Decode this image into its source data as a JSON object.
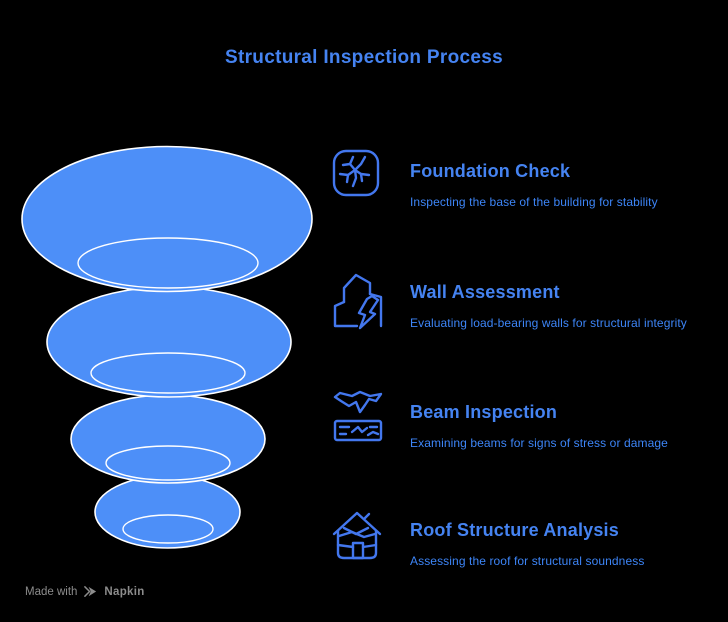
{
  "title": "Structural Inspection Process",
  "steps": [
    {
      "heading": "Foundation Check",
      "description": "Inspecting the base of the building for stability",
      "icon": "cracked-foundation"
    },
    {
      "heading": "Wall Assessment",
      "description": "Evaluating load-bearing walls for structural integrity",
      "icon": "cracked-wall-house"
    },
    {
      "heading": "Beam Inspection",
      "description": "Examining beams for signs of stress or damage",
      "icon": "cracked-beam"
    },
    {
      "heading": "Roof Structure Analysis",
      "description": "Assessing the roof for structural soundness",
      "icon": "cracked-roof-house"
    }
  ],
  "funnel": {
    "type": "funnel",
    "levels": 4,
    "orientation": "largest-on-top"
  },
  "watermark": {
    "prefix": "Made with",
    "brand": "Napkin"
  },
  "colors": {
    "background": "#000000",
    "title": "#4583F1",
    "heading": "#4583F1",
    "description": "#3D85F7",
    "icon": "#4377EE",
    "funnel_fill": "#4D8FF8",
    "funnel_stroke": "#FFFFFF",
    "watermark": "#8C8C8C"
  }
}
